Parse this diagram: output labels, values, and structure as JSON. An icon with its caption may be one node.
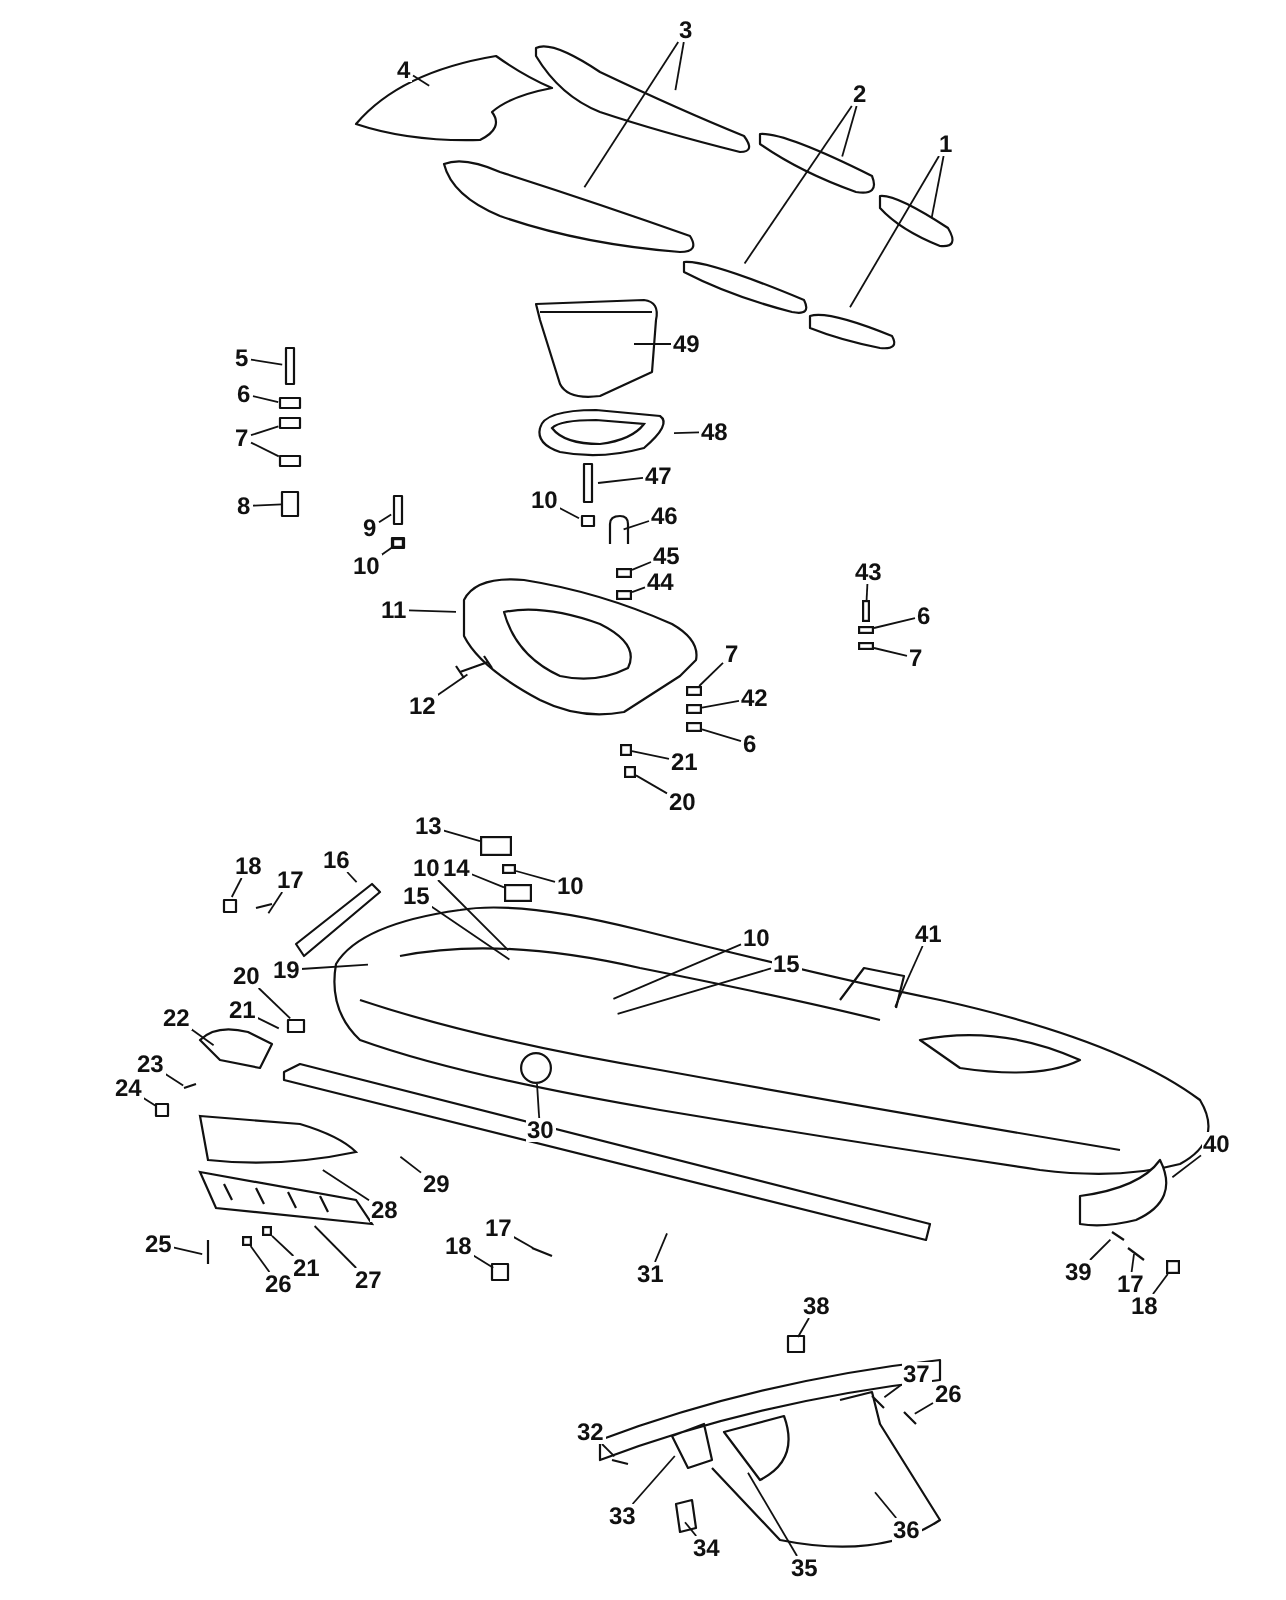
{
  "diagram": {
    "nodes": [
      {
        "text": [
          "4"
        ]
      },
      {
        "text": [
          "3"
        ]
      },
      {
        "text": [
          "2"
        ]
      },
      {
        "text": [
          "1"
        ]
      },
      {
        "text": [
          "49"
        ]
      },
      {
        "text": [
          "5"
        ]
      },
      {
        "text": [
          "6"
        ]
      },
      {
        "text": [
          "7"
        ]
      },
      {
        "text": [
          "48"
        ]
      },
      {
        "text": [
          "47"
        ]
      },
      {
        "text": [
          "10"
        ]
      },
      {
        "text": [
          "8"
        ]
      },
      {
        "text": [
          "46"
        ]
      },
      {
        "text": [
          "9"
        ]
      },
      {
        "text": [
          "45"
        ]
      },
      {
        "text": [
          "10"
        ]
      },
      {
        "text": [
          "43"
        ]
      },
      {
        "text": [
          "44"
        ]
      },
      {
        "text": [
          "11"
        ]
      },
      {
        "text": [
          "6"
        ]
      },
      {
        "text": [
          "7"
        ]
      },
      {
        "text": [
          "7"
        ]
      },
      {
        "text": [
          "42"
        ]
      },
      {
        "text": [
          "12"
        ]
      },
      {
        "text": [
          "6"
        ]
      },
      {
        "text": [
          "21"
        ]
      },
      {
        "text": [
          "20"
        ]
      },
      {
        "text": [
          "13"
        ]
      },
      {
        "text": [
          "18"
        ]
      },
      {
        "text": [
          "10"
        ]
      },
      {
        "text": [
          "14"
        ]
      },
      {
        "text": [
          "16"
        ]
      },
      {
        "text": [
          "17"
        ]
      },
      {
        "text": [
          "10"
        ]
      },
      {
        "text": [
          "15"
        ]
      },
      {
        "text": [
          "10"
        ]
      },
      {
        "text": [
          "41"
        ]
      },
      {
        "text": [
          "15"
        ]
      },
      {
        "text": [
          "19"
        ]
      },
      {
        "text": [
          "20"
        ]
      },
      {
        "text": [
          "21"
        ]
      },
      {
        "text": [
          "22"
        ]
      },
      {
        "text": [
          "23"
        ]
      },
      {
        "text": [
          "24"
        ]
      },
      {
        "text": [
          "30"
        ]
      },
      {
        "text": [
          "40"
        ]
      },
      {
        "text": [
          "29"
        ]
      },
      {
        "text": [
          "28"
        ]
      },
      {
        "text": [
          "17"
        ]
      },
      {
        "text": [
          "25"
        ]
      },
      {
        "text": [
          "18"
        ]
      },
      {
        "text": [
          "21"
        ]
      },
      {
        "text": [
          "39"
        ]
      },
      {
        "text": [
          "31"
        ]
      },
      {
        "text": [
          "27"
        ]
      },
      {
        "text": [
          "26"
        ]
      },
      {
        "text": [
          "17"
        ]
      },
      {
        "text": [
          "18"
        ]
      },
      {
        "text": [
          "38"
        ]
      },
      {
        "text": [
          "37"
        ]
      },
      {
        "text": [
          "26"
        ]
      },
      {
        "text": [
          "32"
        ]
      },
      {
        "text": [
          "33"
        ]
      },
      {
        "text": [
          "36"
        ]
      },
      {
        "text": [
          "34"
        ]
      },
      {
        "text": [
          "35"
        ]
      },
      {
        "text": [],
        "shape": "box"
      },
      {
        "text": [],
        "shape": "box"
      },
      {
        "text": [],
        "shape": "box"
      },
      {
        "text": [],
        "shape": "box"
      },
      {
        "text": [],
        "shape": "box"
      },
      {
        "text": [],
        "shape": "box"
      },
      {
        "text": [],
        "shape": "box"
      },
      {
        "text": [],
        "shape": "box"
      },
      {
        "text": [],
        "shape": "box"
      },
      {
        "text": [],
        "shape": "box"
      },
      {
        "text": [],
        "shape": "circle"
      },
      {
        "text": [],
        "shape": "picture"
      },
      {
        "text": [],
        "shape": "box"
      },
      {
        "text": [],
        "shape": "box"
      },
      {
        "text": [],
        "shape": "box"
      },
      {
        "text": [],
        "shape": "box"
      },
      {
        "text": [],
        "shape": "box"
      },
      {
        "text": [],
        "shape": "box"
      },
      {
        "text": [],
        "shape": "box"
      },
      {
        "text": [],
        "shape": "box"
      },
      {
        "text": [],
        "shape": "box"
      }
    ],
    "edges": [
      {
        "from": 0,
        "to": null,
        "arrow": "none"
      },
      {
        "from": 1,
        "to": null,
        "arrow": "none"
      },
      {
        "from": 1,
        "to": null,
        "arrow": "none"
      },
      {
        "from": 2,
        "to": null,
        "arrow": "none"
      },
      {
        "from": 2,
        "to": null,
        "arrow": "none"
      },
      {
        "from": 3,
        "to": null,
        "arrow": "none"
      },
      {
        "from": 3,
        "to": null,
        "arrow": "none"
      },
      {
        "from": 4,
        "to": null,
        "arrow": "none"
      },
      {
        "from": 5,
        "to": null,
        "arrow": "none"
      },
      {
        "from": 6,
        "to": null,
        "arrow": "none"
      },
      {
        "from": 7,
        "to": null,
        "arrow": "none"
      },
      {
        "from": 7,
        "to": null,
        "arrow": "none"
      },
      {
        "from": 8,
        "to": 66,
        "arrow": "none"
      },
      {
        "from": 9,
        "to": null,
        "arrow": "none"
      },
      {
        "from": 10,
        "to": null,
        "arrow": "none"
      },
      {
        "from": 11,
        "to": null,
        "arrow": "none"
      },
      {
        "from": 12,
        "to": null,
        "arrow": "none"
      },
      {
        "from": 13,
        "to": null,
        "arrow": "none"
      },
      {
        "from": 14,
        "to": 67,
        "arrow": "none"
      },
      {
        "from": 15,
        "to": 68,
        "arrow": "none"
      },
      {
        "from": 16,
        "to": 79,
        "arrow": "none"
      },
      {
        "from": 17,
        "to": 69,
        "arrow": "none"
      },
      {
        "from": 18,
        "to": null,
        "arrow": "none"
      },
      {
        "from": 19,
        "to": 80,
        "arrow": "none"
      },
      {
        "from": 20,
        "to": 70,
        "arrow": "none"
      },
      {
        "from": 21,
        "to": 81,
        "arrow": "none"
      },
      {
        "from": 22,
        "to": 71,
        "arrow": "none"
      },
      {
        "from": 23,
        "to": null,
        "arrow": "none"
      },
      {
        "from": 24,
        "to": 72,
        "arrow": "none"
      },
      {
        "from": 25,
        "to": 73,
        "arrow": "none"
      },
      {
        "from": 26,
        "to": 74,
        "arrow": "none"
      },
      {
        "from": 27,
        "to": 75,
        "arrow": "none"
      },
      {
        "from": 28,
        "to": null,
        "arrow": "none"
      },
      {
        "from": 29,
        "to": null,
        "arrow": "none"
      },
      {
        "from": 30,
        "to": 82,
        "arrow": "none"
      },
      {
        "from": 31,
        "to": null,
        "arrow": "none"
      },
      {
        "from": 32,
        "to": null,
        "arrow": "none"
      },
      {
        "from": 33,
        "to": 83,
        "arrow": "none"
      },
      {
        "from": 34,
        "to": null,
        "arrow": "none"
      },
      {
        "from": 35,
        "to": null,
        "arrow": "none"
      },
      {
        "from": 36,
        "to": null,
        "arrow": "none"
      },
      {
        "from": 37,
        "to": null,
        "arrow": "none"
      },
      {
        "from": 38,
        "to": null,
        "arrow": "none"
      },
      {
        "from": 39,
        "to": null,
        "arrow": "none"
      },
      {
        "from": 40,
        "to": null,
        "arrow": "none"
      },
      {
        "from": 41,
        "to": null,
        "arrow": "none"
      },
      {
        "from": 42,
        "to": null,
        "arrow": "none"
      },
      {
        "from": 43,
        "to": null,
        "arrow": "none"
      },
      {
        "from": 44,
        "to": 76,
        "arrow": "none"
      },
      {
        "from": 45,
        "to": null,
        "arrow": "none"
      },
      {
        "from": 46,
        "to": null,
        "arrow": "none"
      },
      {
        "from": 47,
        "to": 84,
        "arrow": "none"
      },
      {
        "from": 48,
        "to": null,
        "arrow": "none"
      },
      {
        "from": 49,
        "to": null,
        "arrow": "none"
      },
      {
        "from": 50,
        "to": null,
        "arrow": "none"
      },
      {
        "from": 51,
        "to": 85,
        "arrow": "none"
      },
      {
        "from": 52,
        "to": null,
        "arrow": "none"
      },
      {
        "from": 53,
        "to": null,
        "arrow": "none"
      },
      {
        "from": 54,
        "to": 77,
        "arrow": "none"
      },
      {
        "from": 55,
        "to": 86,
        "arrow": "none"
      },
      {
        "from": 56,
        "to": null,
        "arrow": "none"
      },
      {
        "from": 57,
        "to": 78,
        "arrow": "none"
      },
      {
        "from": 58,
        "to": null,
        "arrow": "none"
      },
      {
        "from": 59,
        "to": null,
        "arrow": "none"
      },
      {
        "from": 60,
        "to": null,
        "arrow": "none"
      },
      {
        "from": 61,
        "to": null,
        "arrow": "none"
      },
      {
        "from": 62,
        "to": null,
        "arrow": "none"
      },
      {
        "from": 63,
        "to": null,
        "arrow": "none"
      },
      {
        "from": 64,
        "to": null,
        "arrow": "none"
      },
      {
        "from": 65,
        "to": null,
        "arrow": "none"
      }
    ]
  }
}
